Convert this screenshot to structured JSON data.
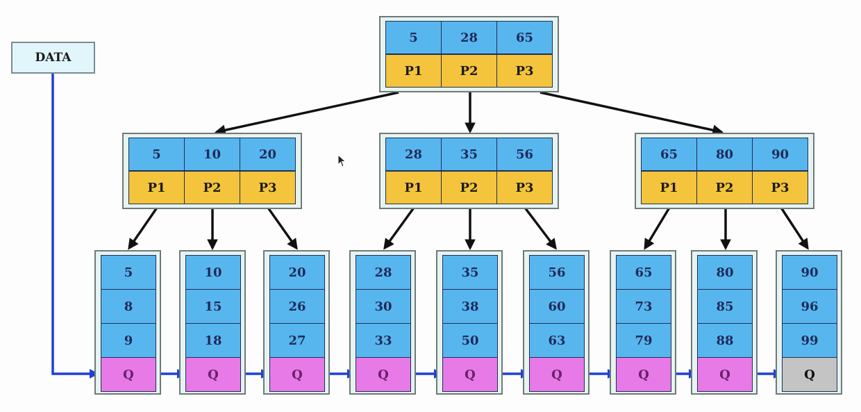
{
  "data_label": "DATA",
  "root": {
    "keys": [
      "5",
      "28",
      "65"
    ],
    "pointers": [
      "P1",
      "P2",
      "P3"
    ]
  },
  "internal": [
    {
      "keys": [
        "5",
        "10",
        "20"
      ],
      "pointers": [
        "P1",
        "P2",
        "P3"
      ]
    },
    {
      "keys": [
        "28",
        "35",
        "56"
      ],
      "pointers": [
        "P1",
        "P2",
        "P3"
      ]
    },
    {
      "keys": [
        "65",
        "80",
        "90"
      ],
      "pointers": [
        "P1",
        "P2",
        "P3"
      ]
    }
  ],
  "leaves": [
    {
      "keys": [
        "5",
        "8",
        "9"
      ],
      "next": "Q"
    },
    {
      "keys": [
        "10",
        "15",
        "18"
      ],
      "next": "Q"
    },
    {
      "keys": [
        "20",
        "26",
        "27"
      ],
      "next": "Q"
    },
    {
      "keys": [
        "28",
        "30",
        "33"
      ],
      "next": "Q"
    },
    {
      "keys": [
        "35",
        "38",
        "50"
      ],
      "next": "Q"
    },
    {
      "keys": [
        "56",
        "60",
        "63"
      ],
      "next": "Q"
    },
    {
      "keys": [
        "65",
        "73",
        "79"
      ],
      "next": "Q"
    },
    {
      "keys": [
        "80",
        "85",
        "88"
      ],
      "next": "Q"
    },
    {
      "keys": [
        "90",
        "96",
        "99"
      ],
      "next": "Q"
    }
  ],
  "colors": {
    "key_cell": "#58b6ee",
    "pointer_cell": "#f4c43c",
    "next_pointer_cell": "#e77ae6",
    "last_next_pointer_cell": "#c4c4c4",
    "node_frame": "#e6f3f1",
    "tree_arrow": "#111111",
    "leaf_link_arrow": "#1f3fd6"
  },
  "icons": {
    "cursor": "mouse-pointer-icon"
  }
}
